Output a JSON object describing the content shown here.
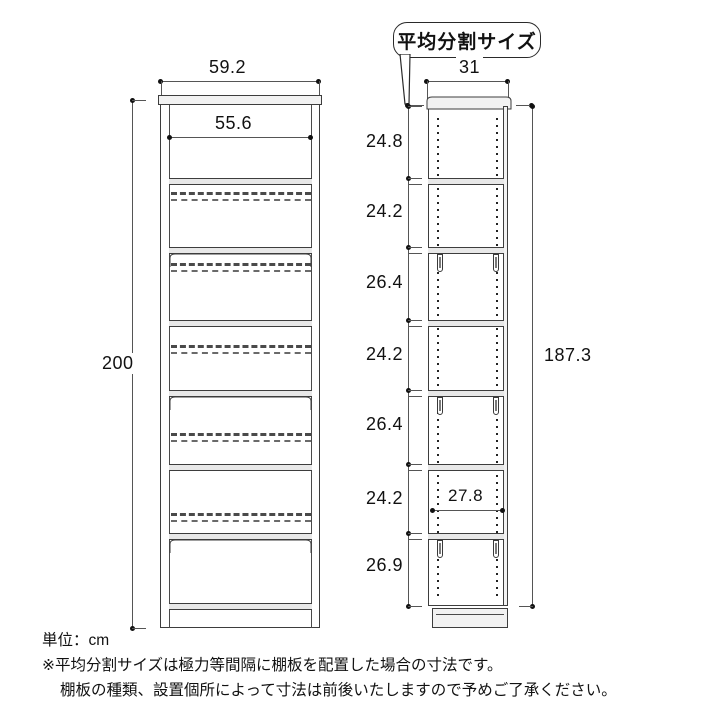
{
  "drawing": {
    "title_callout": "平均分割サイズ",
    "views": {
      "front": {
        "name": "front-view",
        "outer_width": "59.2",
        "inner_width": "55.6",
        "outer_height": "200"
      },
      "side": {
        "name": "side-view",
        "outer_depth": "31",
        "inner_depth": "27.8",
        "inner_height": "187.3"
      }
    },
    "segments": [
      {
        "label": "24.8"
      },
      {
        "label": "24.2"
      },
      {
        "label": "26.4"
      },
      {
        "label": "24.2"
      },
      {
        "label": "26.4"
      },
      {
        "label": "24.2"
      },
      {
        "label": "26.9"
      }
    ],
    "notes": {
      "unit": "単位：cm",
      "line1": "※平均分割サイズは極力等間隔に棚板を配置した場合の寸法です。",
      "line2": "棚板の種類、設置個所によって寸法は前後いたしますので予めご了承ください。"
    },
    "colors": {
      "line": "#3d3d3d",
      "dimension": "#555555",
      "text": "#111111",
      "board_fill": "#f2f2f2",
      "background": "#ffffff"
    }
  }
}
